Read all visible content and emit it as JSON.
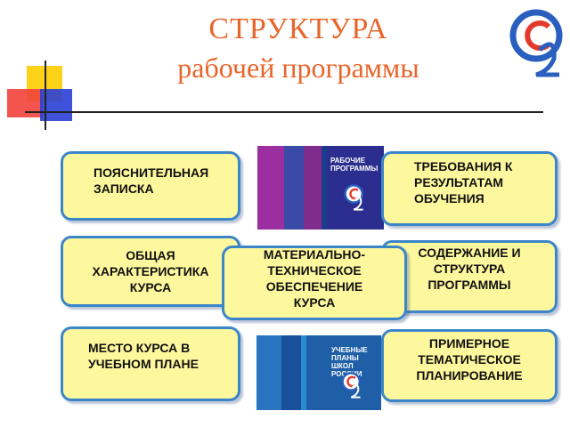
{
  "title": {
    "line1": "СТРУКТУРА",
    "line2": "рабочей программы"
  },
  "boxes": {
    "explanatory_note": "ПОЯСНИТЕЛЬНАЯ\nЗАПИСКА",
    "general_description": "ОБЩАЯ\nХАРАКТЕРИСТИКА\nКУРСА",
    "course_place": "МЕСТО КУРСА В\nУЧЕБНОМ ПЛАНЕ",
    "requirements": "ТРЕБОВАНИЯ К\nРЕЗУЛЬТАТАМ\nОБУЧЕНИЯ",
    "content_structure": "СОДЕРЖАНИЕ И\nСТРУКТУРА\nПРОГРАММЫ",
    "thematic_planning": "ПРИМЕРНОЕ\nТЕМАТИЧЕСКОЕ\nПЛАНИРОВАНИЕ",
    "material_support": "МАТЕРИАЛЬНО-\nТЕХНИЧЕСКОЕ\nОБЕСПЕЧЕНИЕ\nКУРСА"
  },
  "books": {
    "book1_title": "РАБОЧИЕ\nПРОГРАММЫ",
    "book2_title": "УЧЕБНЫЕ\nПЛАНЫ\nШКОЛ\nРОССИИ"
  },
  "colors": {
    "title": "#e8652a",
    "box_fill": "#fdf89d",
    "box_border": "#3a86c9"
  }
}
